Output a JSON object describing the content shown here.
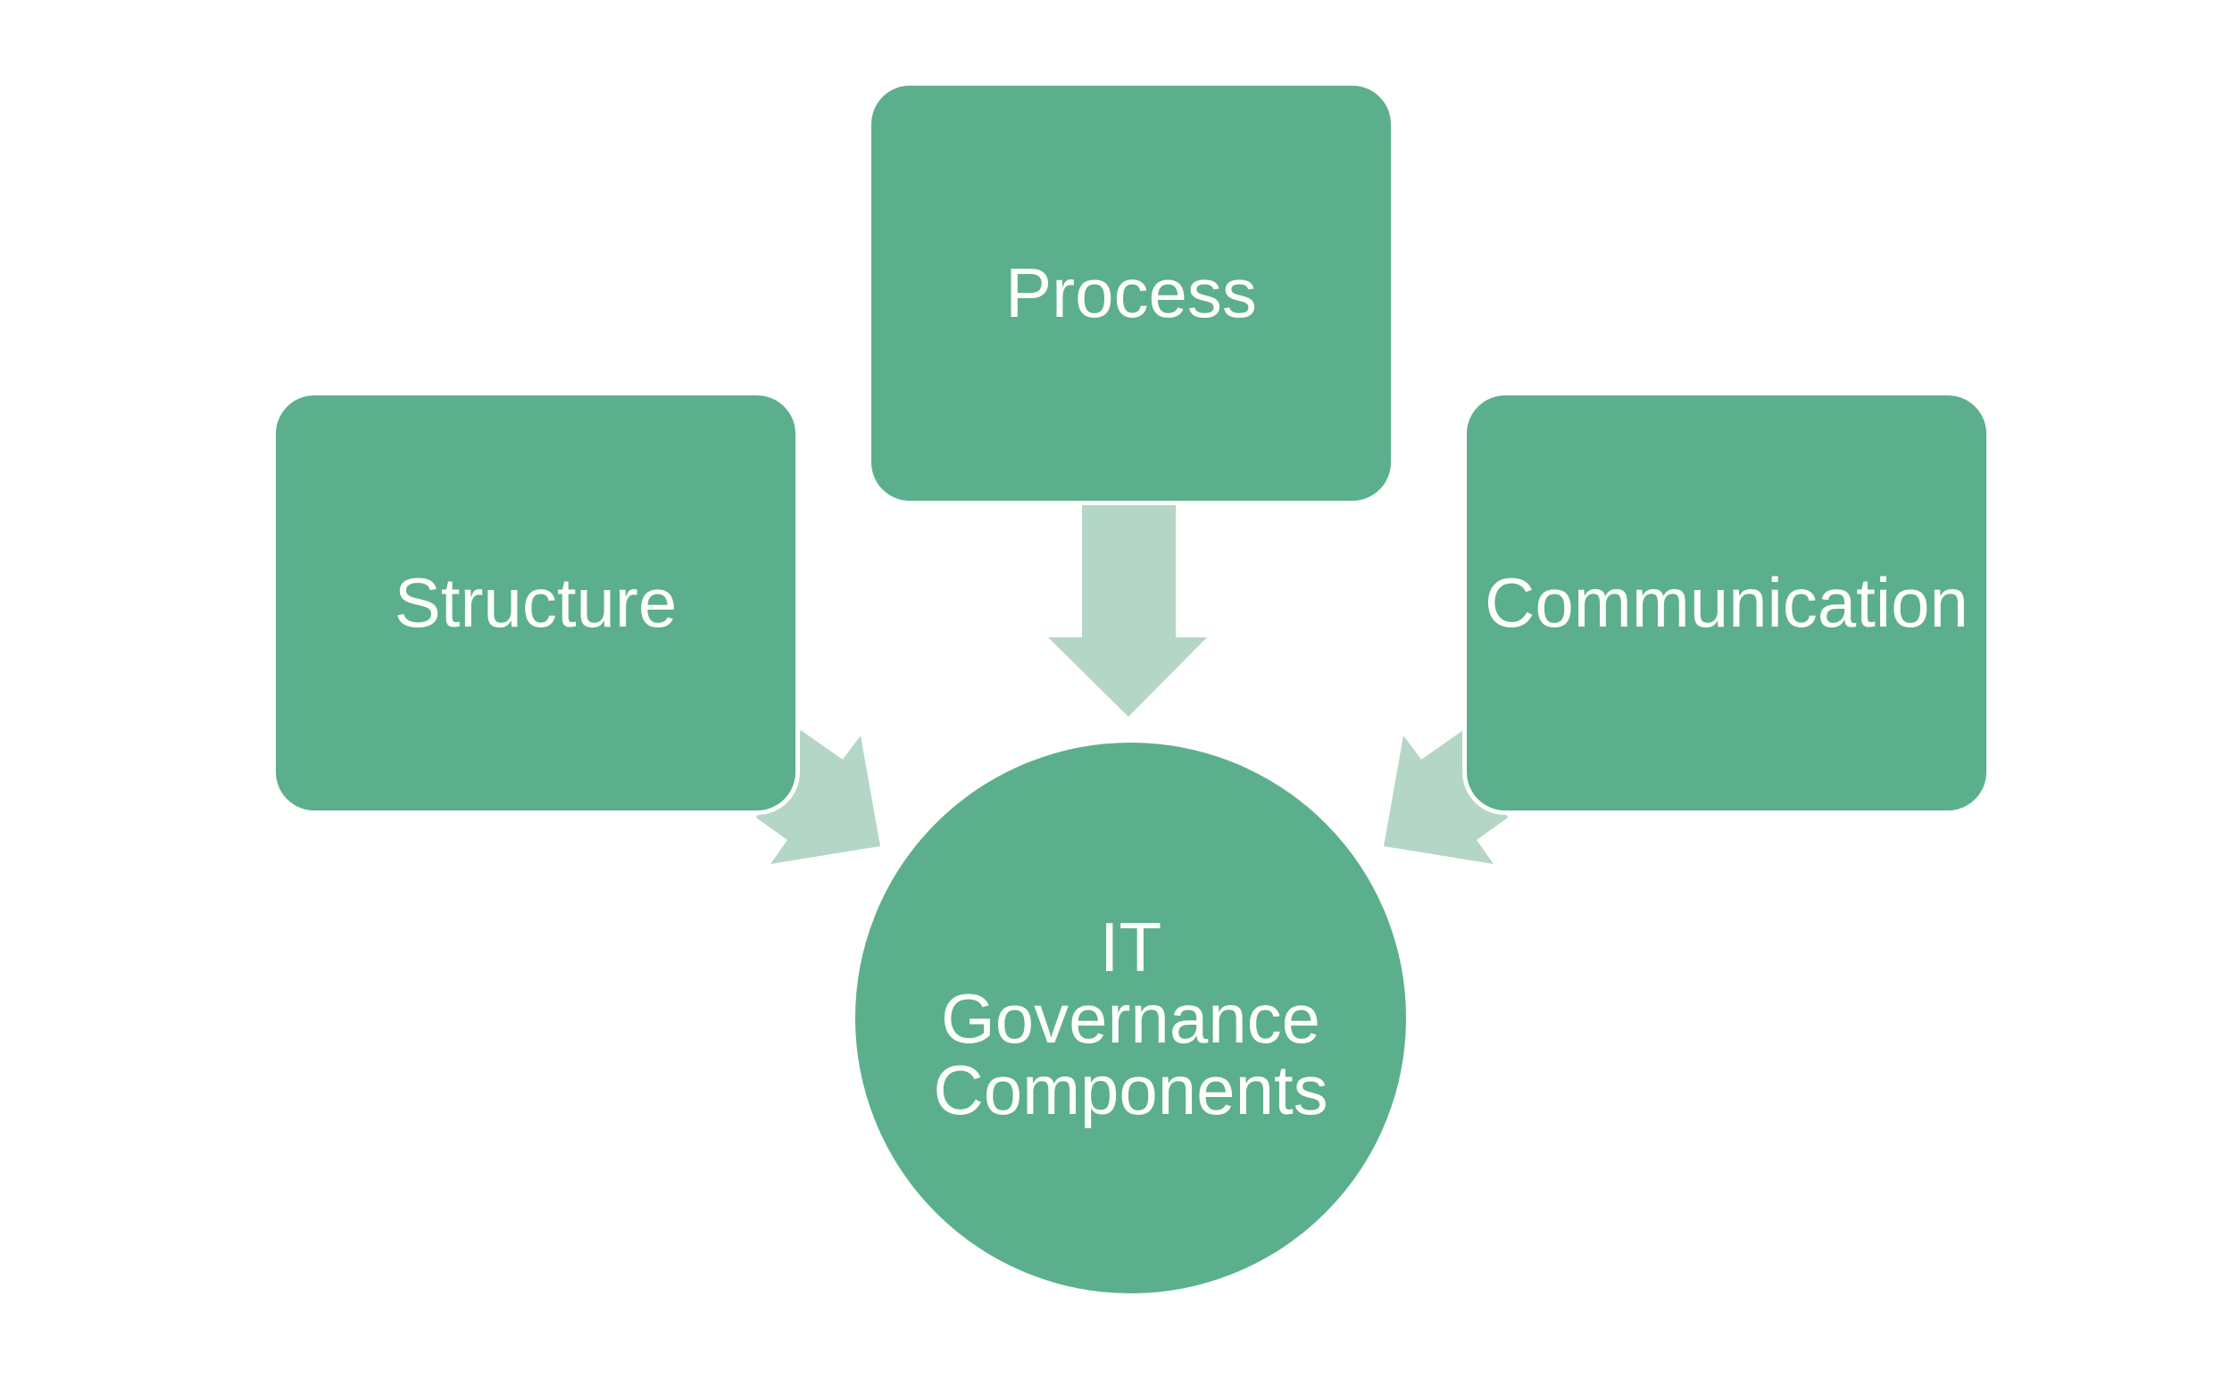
{
  "colors": {
    "box_fill": "#5BAF8D",
    "arrow_fill": "#B4D6C7",
    "text": "#ffffff",
    "background": "#ffffff"
  },
  "diagram": {
    "nodes": {
      "structure": {
        "label": "Structure"
      },
      "process": {
        "label": "Process"
      },
      "communication": {
        "label": "Communication"
      }
    },
    "hub": {
      "lines": [
        "IT",
        "Governance",
        "Components"
      ]
    },
    "arrows": [
      {
        "from": "structure",
        "to": "hub",
        "icon": "arrow-icon"
      },
      {
        "from": "process",
        "to": "hub",
        "icon": "arrow-icon"
      },
      {
        "from": "communication",
        "to": "hub",
        "icon": "arrow-icon"
      }
    ]
  }
}
